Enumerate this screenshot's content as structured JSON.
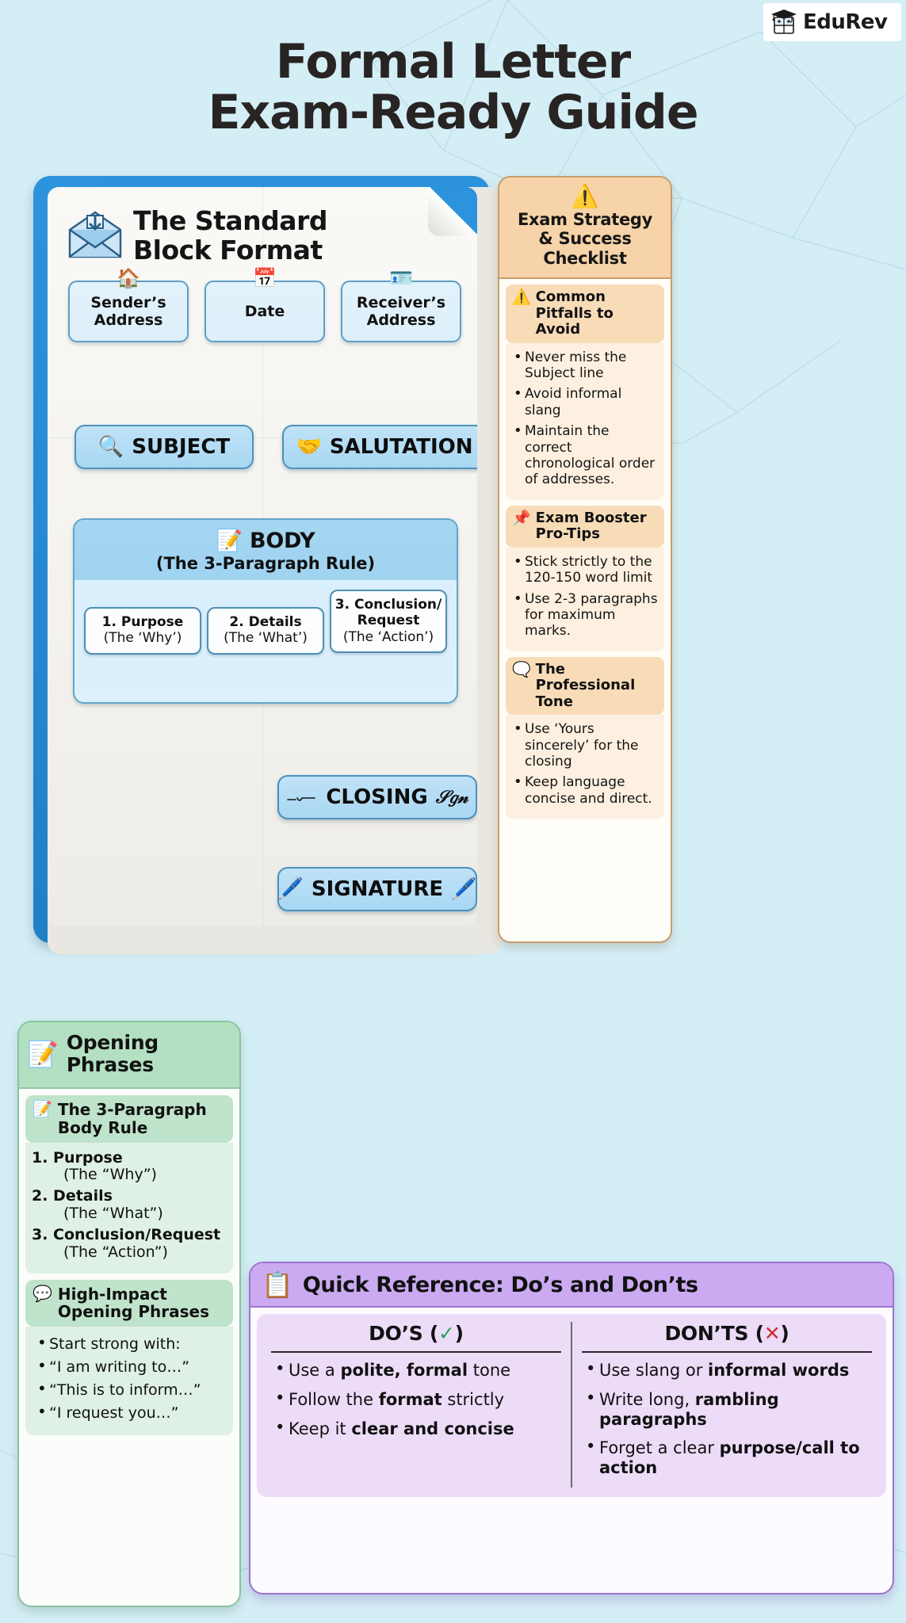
{
  "brand": {
    "name": "EduRev",
    "logo_icon": "graduation-cap-book-logo"
  },
  "title": {
    "line1": "Formal Letter",
    "line2": "Exam-Ready Guide"
  },
  "letter_card": {
    "heading_icon": "open-envelope-icon",
    "heading_line1": "The Standard",
    "heading_line2": "Block Format",
    "header_blocks": [
      {
        "icon": "house-icon",
        "line1": "Sender’s",
        "line2": "Address"
      },
      {
        "icon": "calendar-icon",
        "line1": "Date",
        "line2": ""
      },
      {
        "icon": "id-card-icon",
        "line1": "Receiver’s",
        "line2": "Address"
      }
    ],
    "subject": {
      "icon": "magnifying-glass-icon",
      "label": "SUBJECT"
    },
    "salutation": {
      "icon": "handshake-icon",
      "label": "SALUTATION"
    },
    "body": {
      "icon": "memo-pencil-icon",
      "title": "BODY",
      "subtitle": "(The 3-Paragraph Rule)",
      "steps": [
        {
          "num": "1. Purpose",
          "note": "(The ‘Why’)"
        },
        {
          "num": "2. Details",
          "note": "(The ‘What’)"
        },
        {
          "num": "3. Conclusion/",
          "num2": "Request",
          "note": "(The ‘Action’)"
        }
      ]
    },
    "closing": {
      "label": "CLOSING",
      "icon": "signature-flourish-icon"
    },
    "signature": {
      "label": "SIGNATURE",
      "icon_left": "pen-icon",
      "icon_right": "pen-icon"
    }
  },
  "checklist_card": {
    "icon": "red-warning-triangle-icon",
    "title_l1": "Exam Strategy",
    "title_l2": "& Success",
    "title_l3": "Checklist",
    "sections": [
      {
        "icon": "yellow-warning-triangle-icon",
        "title": "Common Pitfalls to Avoid",
        "items": [
          "Never miss the Subject line",
          "Avoid informal slang",
          "Maintain the correct chronological order of addresses."
        ]
      },
      {
        "icon": "pushpin-icon",
        "title": "Exam Booster Pro-Tips",
        "items": [
          "Stick strictly to the 120-150 word limit",
          "Use 2-3 paragraphs for maximum marks."
        ]
      },
      {
        "icon": "speech-balloon-icon",
        "title": "The Professional Tone",
        "items": [
          "Use ‘Yours sincerely’ for the closing",
          "Keep language concise and direct."
        ]
      }
    ]
  },
  "opening_card": {
    "icon": "memo-pencil-icon",
    "title_l1": "Opening",
    "title_l2": "Phrases",
    "rule_section": {
      "icon": "memo-pencil-icon",
      "title_l1": "The 3-Paragraph",
      "title_l2": "Body Rule",
      "items": [
        {
          "label": "1. Purpose",
          "note": "(The “Why”)"
        },
        {
          "label": "2. Details",
          "note": "(The “What”)"
        },
        {
          "label": "3. Conclusion/Request",
          "note": "(The “Action”)"
        }
      ]
    },
    "phrases_section": {
      "icon": "speech-balloon-icon",
      "title_l1": "High-Impact",
      "title_l2": "Opening Phrases",
      "items": [
        "Start strong with:",
        "“I am writing to…”",
        "“This is to inform…”",
        "“I request you…”"
      ]
    }
  },
  "quick_reference": {
    "icon": "clipboard-checklist-icon",
    "title": "Quick Reference: Do’s and Don’ts",
    "dos": {
      "header": "DO’S",
      "header_mark": "✓",
      "items": [
        {
          "pre": "Use a ",
          "strong": "polite, formal",
          "post": " tone"
        },
        {
          "pre": "Follow the ",
          "strong": "format",
          "post": " strictly"
        },
        {
          "pre": "Keep it ",
          "strong": "clear and concise",
          "post": ""
        }
      ]
    },
    "donts": {
      "header": "DON’TS",
      "header_mark": "✕",
      "items": [
        {
          "pre": "Use slang or ",
          "strong": "informal words",
          "post": ""
        },
        {
          "pre": "Write long, ",
          "strong": "rambling paragraphs",
          "post": ""
        },
        {
          "pre": "Forget a clear ",
          "strong": "purpose/call to action",
          "post": ""
        }
      ]
    }
  },
  "colors": {
    "background": "#d4eef6",
    "letter_frame_blue": "#2d93dd",
    "chip_blue": "#bfe2f7",
    "orange_header": "#f6d3a8",
    "green_header": "#b3e0c2",
    "purple_header": "#cbaaf2",
    "check_green": "#2aa356",
    "cross_red": "#c9312b"
  }
}
